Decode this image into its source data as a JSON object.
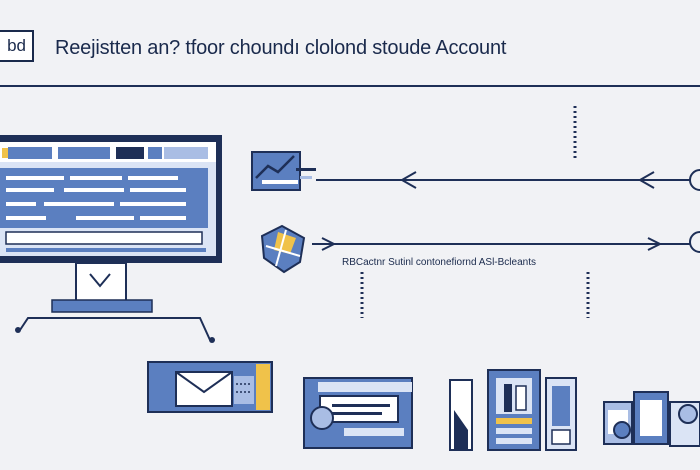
{
  "header": {
    "badge_text": "bd",
    "title": "Reejistten an? tfoor choundı clolond stoude Account"
  },
  "flow": {
    "arrow_label": "RBCactnr Sutinl contonefiornd ASl-Bcleants"
  },
  "colors": {
    "navy": "#1a2a4c",
    "blue": "#5b7fc0",
    "light_blue": "#a9bde4",
    "accent_yellow": "#f0c24a",
    "background": "#f1f2f5"
  },
  "icons": [
    "monitor-icon",
    "chart-icon",
    "puzzle-icon",
    "email-icon",
    "card-icon",
    "server-icon",
    "devices-icon"
  ]
}
